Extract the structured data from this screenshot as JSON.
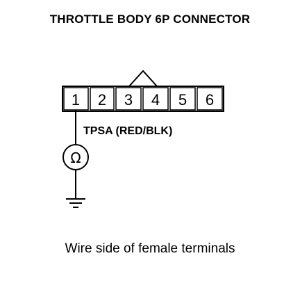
{
  "title": "THROTTLE BODY 6P CONNECTOR",
  "connector": {
    "pins": [
      "1",
      "2",
      "3",
      "4",
      "5",
      "6"
    ]
  },
  "wire_label": "TPSA (RED/BLK)",
  "meter_symbol": "Ω",
  "caption": "Wire side of female terminals",
  "icons": {
    "meter": "ohmmeter-icon",
    "ground": "ground-icon",
    "key": "connector-key-icon"
  }
}
